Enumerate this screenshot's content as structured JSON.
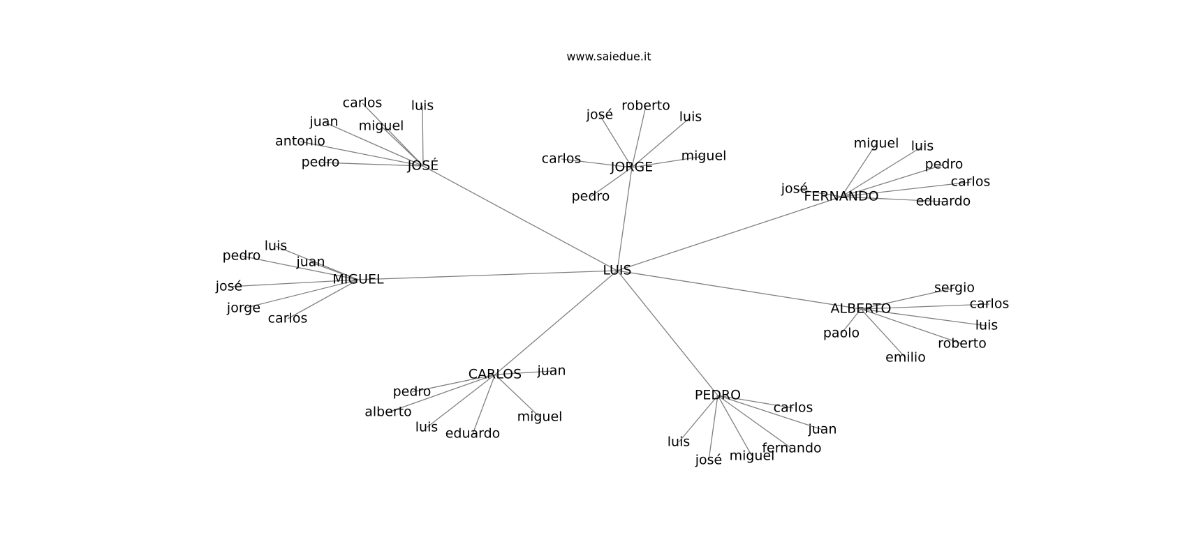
{
  "title": "www.saiedue.it",
  "colors": {
    "edge": "#808080",
    "text": "#000000",
    "background": "#ffffff"
  },
  "graph": {
    "root": "LUIS",
    "hubs": [
      {
        "name": "JOSÉ",
        "leaves": [
          "carlos",
          "luis",
          "juan",
          "miguel",
          "antonio",
          "pedro"
        ]
      },
      {
        "name": "JORGE",
        "leaves": [
          "josé",
          "roberto",
          "luis",
          "carlos",
          "miguel",
          "pedro"
        ]
      },
      {
        "name": "FERNANDO",
        "leaves": [
          "miguel",
          "luis",
          "pedro",
          "carlos",
          "josé",
          "eduardo"
        ]
      },
      {
        "name": "MIGUEL",
        "leaves": [
          "luis",
          "pedro",
          "juan",
          "josé",
          "jorge",
          "carlos"
        ]
      },
      {
        "name": "ALBERTO",
        "leaves": [
          "sergio",
          "carlos",
          "luis",
          "paolo",
          "roberto",
          "emilio"
        ]
      },
      {
        "name": "CARLOS",
        "leaves": [
          "juan",
          "pedro",
          "alberto",
          "luis",
          "eduardo",
          "miguel"
        ]
      },
      {
        "name": "PEDRO",
        "leaves": [
          "carlos",
          "juan",
          "luis",
          "fernando",
          "josé",
          "miguel"
        ]
      }
    ]
  }
}
